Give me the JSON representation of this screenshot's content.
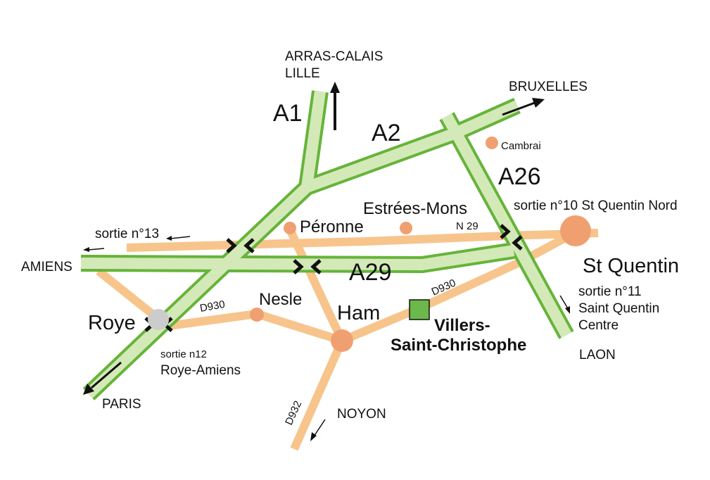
{
  "colors": {
    "highway_fill": "#d4e9b8",
    "highway_edge": "#66b43a",
    "road": "#f7c48c",
    "town": "#f0a070",
    "destination": "#6cb84a",
    "junction": "#cccccc",
    "text": "#111111"
  },
  "highways": {
    "a1": "A1",
    "a2": "A2",
    "a26": "A26",
    "a29": "A29"
  },
  "roads": {
    "n29": "N 29",
    "d930_west": "D930",
    "d930_east": "D930",
    "d932": "D932"
  },
  "directions": {
    "arras_line1": "ARRAS-CALAIS",
    "arras_line2": "LILLE",
    "bruxelles": "BRUXELLES",
    "amiens": "AMIENS",
    "paris": "PARIS",
    "laon": "LAON",
    "noyon": "NOYON"
  },
  "towns": {
    "cambrai": "Cambrai",
    "estrees_mons": "Estrées-Mons",
    "peronne": "Péronne",
    "st_quentin": "St Quentin",
    "nesle": "Nesle",
    "ham": "Ham",
    "roye": "Roye"
  },
  "exits": {
    "sortie_13": "sortie n°13",
    "sortie_10": "sortie n°10 St Quentin Nord",
    "sortie_11_line1": "sortie n°11",
    "sortie_11_line2": "Saint Quentin",
    "sortie_11_line3": "Centre",
    "sortie_12_line1": "sortie n12",
    "sortie_12_line2": "Roye-Amiens"
  },
  "destination": {
    "line1": "Villers-",
    "line2": "Saint-Christophe"
  }
}
